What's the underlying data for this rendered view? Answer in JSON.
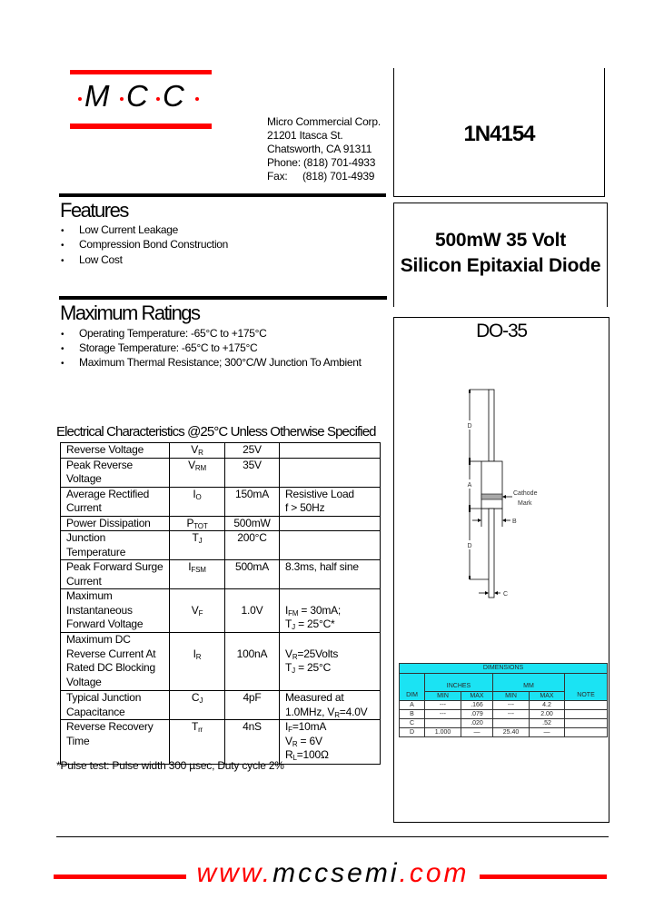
{
  "company": {
    "logo_letters": [
      "M",
      "C",
      "C"
    ],
    "address_lines": [
      "Micro Commercial Corp.",
      "21201 Itasca St.",
      "Chatsworth, CA 91311"
    ],
    "phone_label": "Phone:",
    "phone": "(818) 701-4933",
    "fax_label": "Fax:",
    "fax": "(818) 701-4939"
  },
  "part_number": "1N4154",
  "subtitle": {
    "line1": "500mW 35 Volt",
    "line2": "Silicon Epitaxial Diode"
  },
  "features": {
    "title": "Features",
    "items": [
      "Low Current Leakage",
      "Compression Bond Construction",
      "Low Cost"
    ]
  },
  "max_ratings": {
    "title": "Maximum Ratings",
    "items": [
      "Operating Temperature: -65°C to +175°C",
      "Storage Temperature: -65°C to +175°C",
      "Maximum Thermal Resistance; 300°C/W Junction To Ambient"
    ]
  },
  "electrical": {
    "title": "Electrical Characteristics @25°C Unless Otherwise Specified",
    "rows": [
      {
        "param": "Reverse Voltage",
        "symbol": "V",
        "symbol_sub": "R",
        "value": "25V",
        "condition": []
      },
      {
        "param": "Peak Reverse\nVoltage",
        "symbol": "V",
        "symbol_sub": "RM",
        "value": "35V",
        "condition": []
      },
      {
        "param": "Average Rectified\nCurrent",
        "symbol": "I",
        "symbol_sub": "O",
        "value": "150mA",
        "condition": [
          {
            "pre": "Resistive Load"
          },
          {
            "pre": "f > 50Hz"
          }
        ]
      },
      {
        "param": "Power Dissipation",
        "symbol": "P",
        "symbol_sub": "TOT",
        "value": "500mW",
        "condition": []
      },
      {
        "param": "Junction\nTemperature",
        "symbol": "T",
        "symbol_sub": "J",
        "value": "200°C",
        "condition": []
      },
      {
        "param": "Peak Forward Surge\nCurrent",
        "symbol": "I",
        "symbol_sub": "FSM",
        "value": "500mA",
        "condition": [
          {
            "pre": "8.3ms, half sine"
          }
        ]
      },
      {
        "param": "Maximum\nInstantaneous\nForward Voltage",
        "symbol": "V",
        "symbol_sub": "F",
        "value": "1.0V",
        "condition": [
          {
            "pre": "I",
            "sub": "FM",
            "post": " = 30mA;"
          },
          {
            "pre": "T",
            "sub": "J",
            "post": " = 25°C*"
          }
        ]
      },
      {
        "param": "Maximum DC\nReverse Current At\nRated DC Blocking\nVoltage",
        "symbol": "I",
        "symbol_sub": "R",
        "value": "100nA",
        "condition": [
          {
            "pre": "V",
            "sub": "R",
            "post": "=25Volts"
          },
          {
            "pre": "T",
            "sub": "J",
            "post": " = 25°C"
          }
        ]
      },
      {
        "param": "Typical Junction\nCapacitance",
        "symbol": "C",
        "symbol_sub": "J",
        "value": "4pF",
        "condition": [
          {
            "pre": "Measured at"
          },
          {
            "pre": "1.0MHz, V",
            "sub": "R",
            "post": "=4.0V"
          }
        ]
      },
      {
        "param": "Reverse Recovery\nTime",
        "symbol": "T",
        "symbol_sub": "rr",
        "value": "4nS",
        "condition": [
          {
            "pre": "I",
            "sub": "F",
            "post": "=10mA"
          },
          {
            "pre": "V",
            "sub": "R",
            "post": " = 6V"
          },
          {
            "pre": "R",
            "sub": "L",
            "post": "=100Ω"
          }
        ]
      }
    ],
    "footnote": "*Pulse test: Pulse width 300 µsec, Duty cycle 2%"
  },
  "package": {
    "title": "DO-35",
    "drawing_labels": {
      "dim_d_top": "D",
      "dim_a": "A",
      "dim_d_bottom": "D",
      "dim_b": "B",
      "dim_c": "C",
      "cathode_line1": "Cathode",
      "cathode_line2": "Mark"
    },
    "dimensions": {
      "title": "DIMENSIONS",
      "group_inches": "INCHES",
      "group_mm": "MM",
      "headers": {
        "dim": "DIM",
        "min": "MIN",
        "max": "MAX",
        "note": "NOTE"
      },
      "rows": [
        {
          "dim": "A",
          "in_min": "---",
          "in_max": ".166",
          "mm_min": "---",
          "mm_max": "4.2",
          "note": ""
        },
        {
          "dim": "B",
          "in_min": "---",
          "in_max": ".079",
          "mm_min": "---",
          "mm_max": "2.00",
          "note": ""
        },
        {
          "dim": "C",
          "in_min": "",
          "in_max": ".020",
          "mm_min": "",
          "mm_max": ".52",
          "note": ""
        },
        {
          "dim": "D",
          "in_min": "1.000",
          "in_max": "—",
          "mm_min": "25.40",
          "mm_max": "—",
          "note": ""
        }
      ]
    }
  },
  "footer": {
    "url_prefix": "www.",
    "url_domain": "mccsemi",
    "url_suffix": ".com"
  },
  "colors": {
    "brand_red": "#ff0000",
    "dimension_header": "#1be3f3",
    "cathode_band": "#a8a8a8"
  }
}
